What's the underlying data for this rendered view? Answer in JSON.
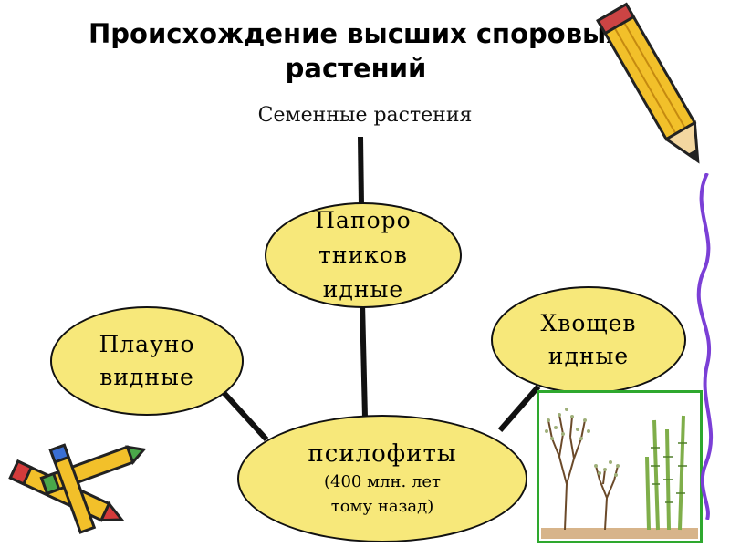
{
  "title": {
    "line1": "Происхождение высших споровых",
    "line2": "растений"
  },
  "top_label": "Семенные растения",
  "nodes": {
    "fern": [
      "Папоро",
      "тников",
      "идные"
    ],
    "lycopodiophyta": [
      "Плауно",
      "видные"
    ],
    "horsetails": [
      "Хвощев",
      "идные"
    ],
    "psilophyta": {
      "name": "псилофиты",
      "age_line1": "(400 млн. лет",
      "age_line2": "тому назад)"
    }
  },
  "colors": {
    "node_fill": "#f7e87a",
    "frame": "#2ea82e",
    "squiggle": "#7b3fd6",
    "pencil": "#f2c02a"
  },
  "icons": {
    "pencil": "pencil-icon",
    "crayons": "crayons-icon",
    "plants": "plant-illustration-icon",
    "squiggle": "squiggle-decoration-icon"
  }
}
